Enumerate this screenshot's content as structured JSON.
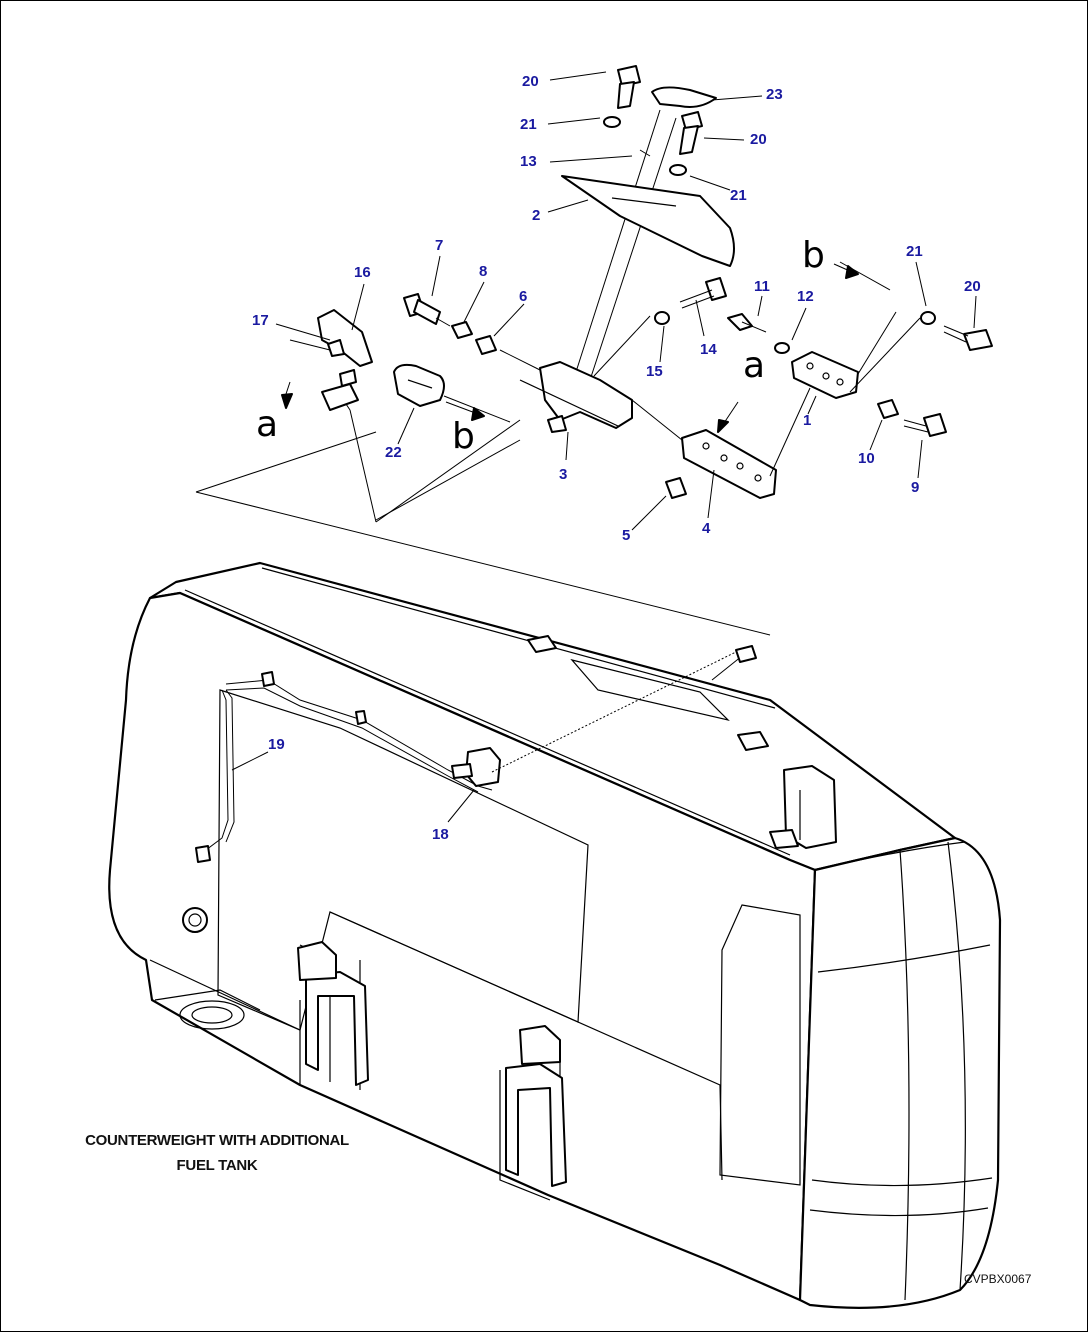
{
  "figure": {
    "caption_line1": "COUNTERWEIGHT WITH ADDITIONAL",
    "caption_line2": "FUEL TANK",
    "drawing_code": "CVPBX0067"
  },
  "view_markers": {
    "a": "a",
    "b": "b"
  },
  "callouts": {
    "c1": "1",
    "c2": "2",
    "c3": "3",
    "c4": "4",
    "c5": "5",
    "c6": "6",
    "c7": "7",
    "c8": "8",
    "c9": "9",
    "c10": "10",
    "c11": "11",
    "c12": "12",
    "c13": "13",
    "c14": "14",
    "c15": "15",
    "c16": "16",
    "c17": "17",
    "c18": "18",
    "c19": "19",
    "c20a": "20",
    "c20b": "20",
    "c20c": "20",
    "c21a": "21",
    "c21b": "21",
    "c21c": "21",
    "c22": "22",
    "c23": "23"
  },
  "colors": {
    "callout": "#1a1aa0",
    "line": "#000000",
    "background": "#ffffff"
  }
}
